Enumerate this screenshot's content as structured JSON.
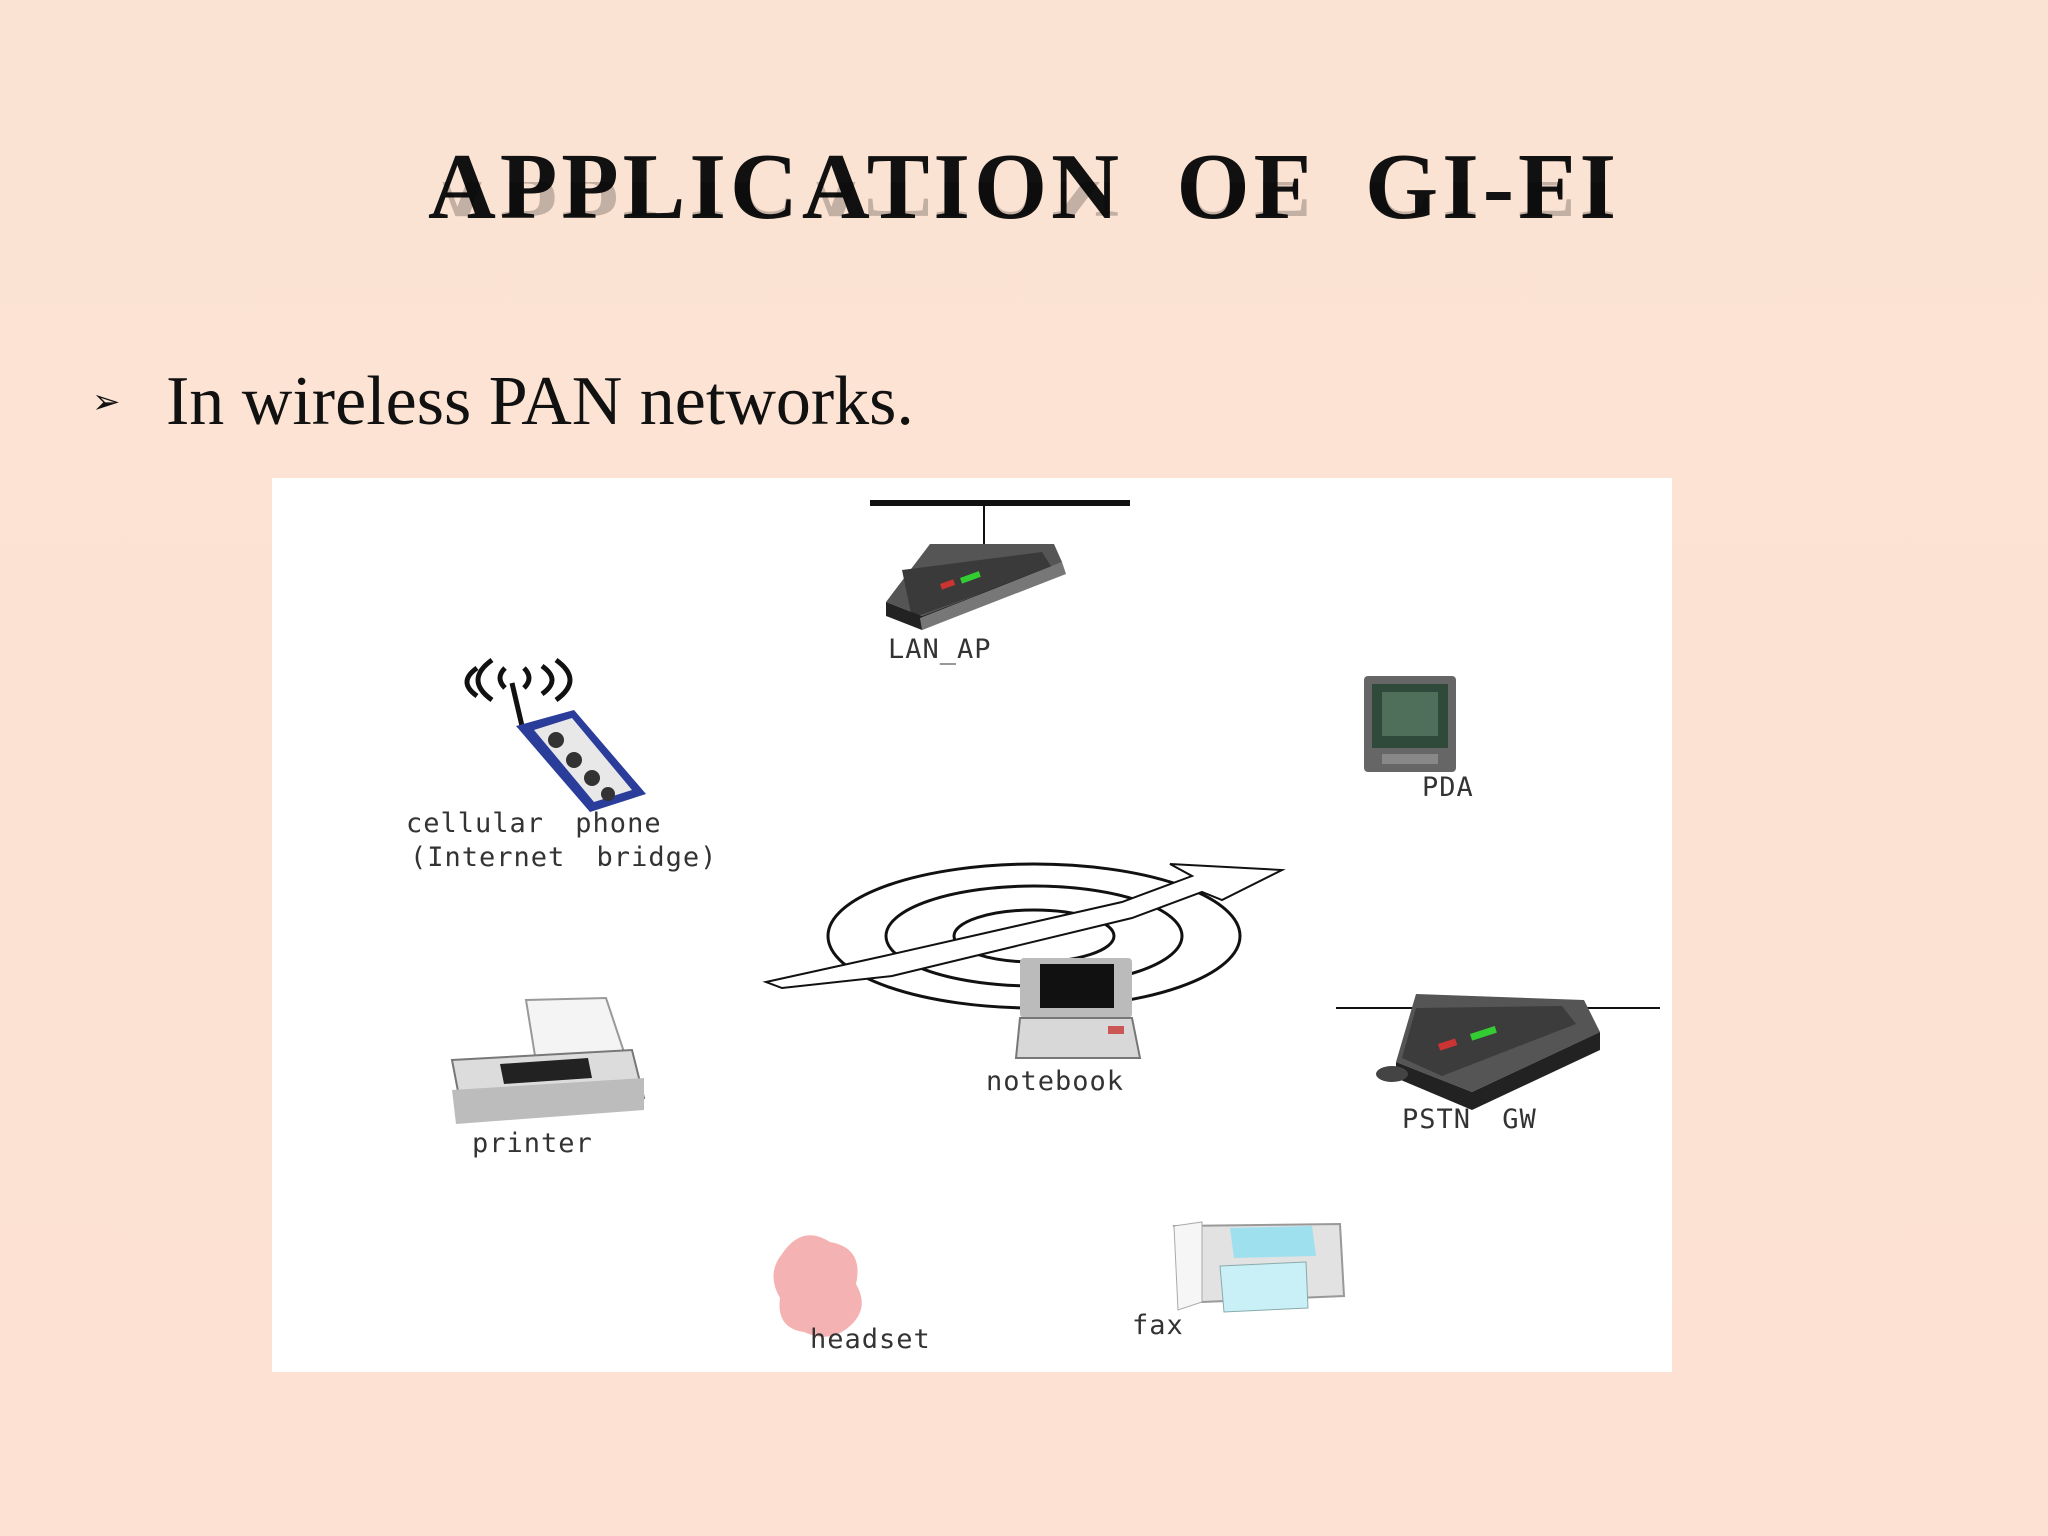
{
  "slide": {
    "title": "APPLICATION  OF  GI-FI",
    "bullet_icon": "arrow-bullet-icon",
    "bullet_text": "In wireless PAN networks."
  },
  "diagram": {
    "labels": {
      "lan_ap": "LAN_AP",
      "pda": "PDA",
      "cellular_1": "cellular phone",
      "cellular_2": "(Internet bridge)",
      "notebook": "notebook",
      "printer": "printer",
      "pstn": "PSTN GW",
      "headset": "headset",
      "fax": "fax"
    },
    "icons": [
      "lan-ap-icon",
      "pda-icon",
      "cellular-phone-icon",
      "notebook-icon",
      "radio-waves-icon",
      "printer-icon",
      "pstn-gateway-icon",
      "headset-icon",
      "fax-icon"
    ]
  },
  "colors": {
    "background": "#fce1d2",
    "panel": "#ffffff",
    "text": "#111111"
  }
}
